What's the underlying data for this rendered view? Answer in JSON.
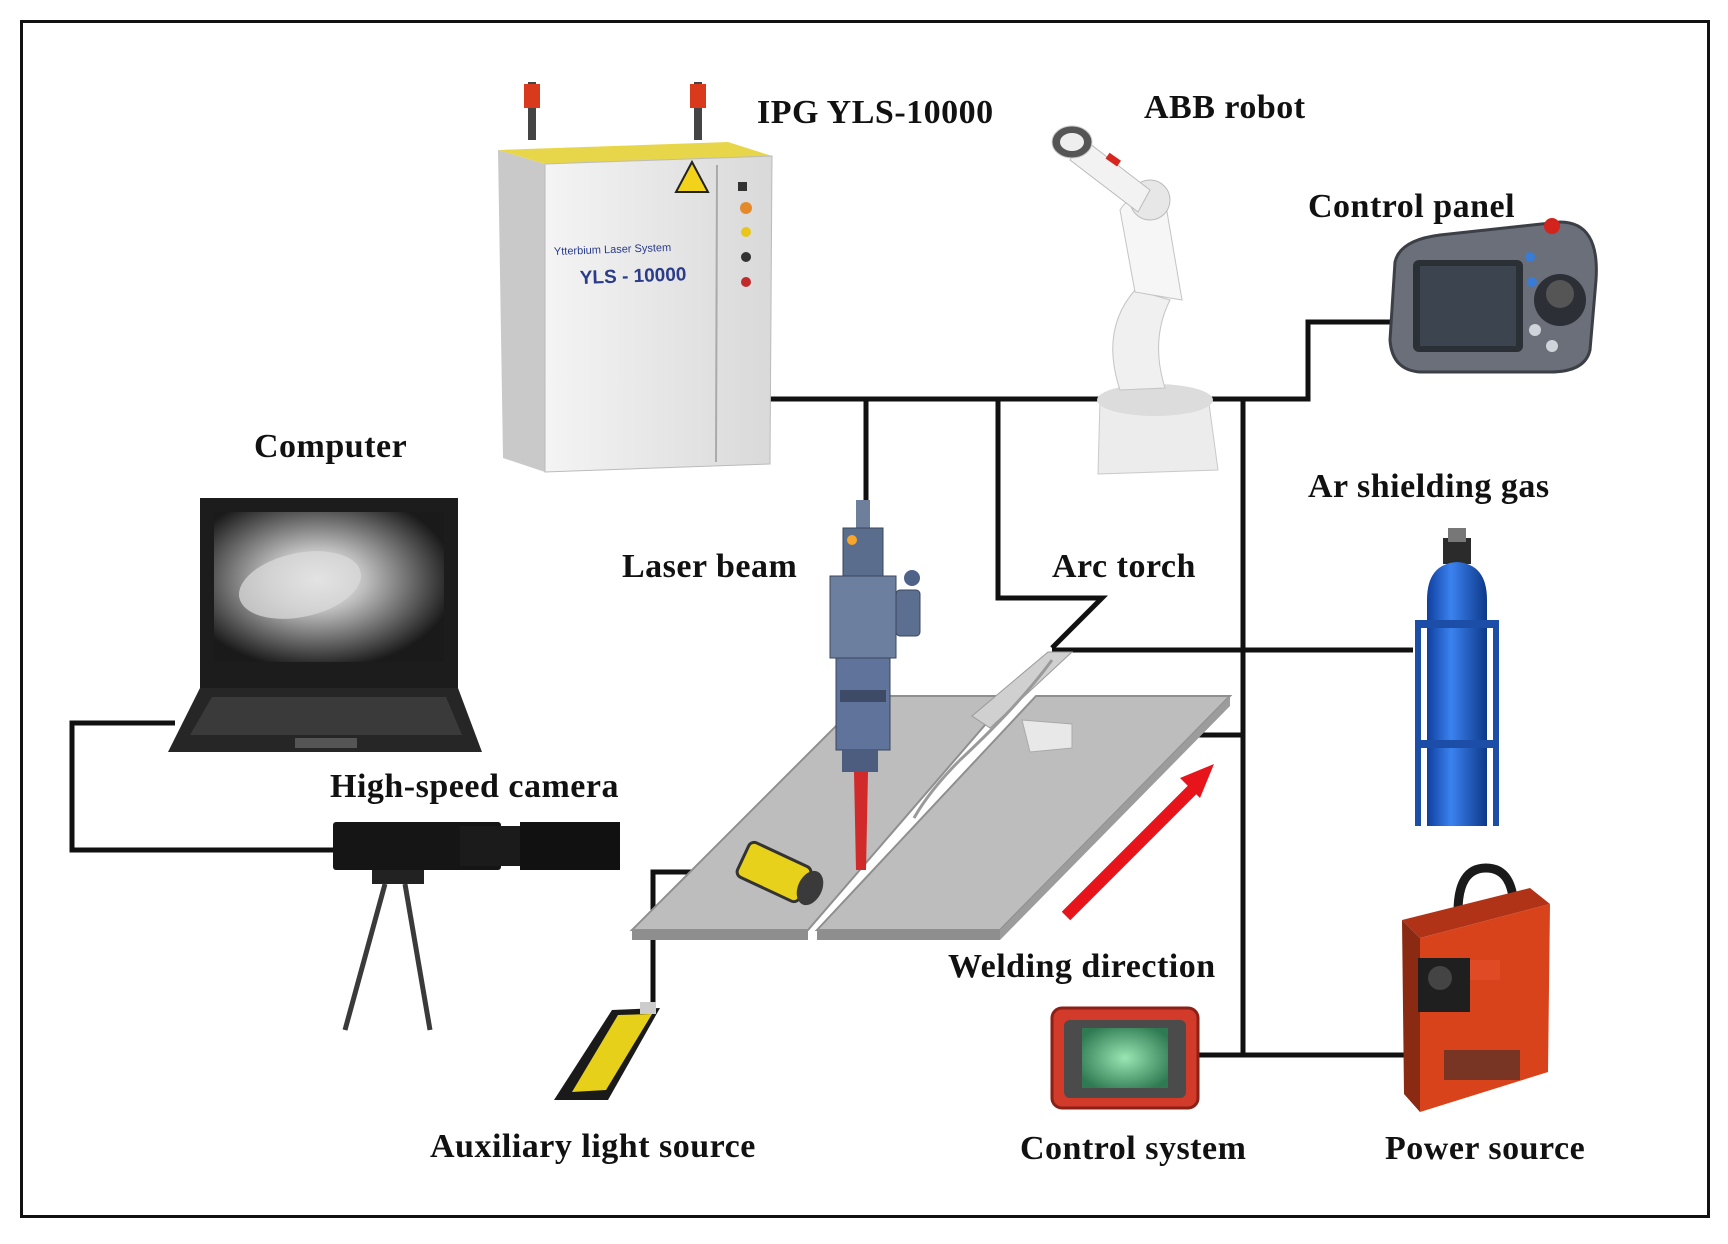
{
  "labels": {
    "laser_system": "IPG YLS-10000",
    "robot": "ABB robot",
    "control_panel": "Control panel",
    "computer": "Computer",
    "shielding_gas": "Ar shielding gas",
    "laser_beam": "Laser beam",
    "arc_torch": "Arc torch",
    "high_speed_camera": "High-speed camera",
    "welding_direction": "Welding direction",
    "auxiliary_light": "Auxiliary light source",
    "control_system": "Control system",
    "power_source": "Power source"
  },
  "device_text": {
    "laser_cabinet_line1": "Ytterbium Laser System",
    "laser_cabinet_line2": "YLS - 10000"
  },
  "colors": {
    "connection_line": "#111111",
    "welding_arrow": "#e8141b",
    "workpiece": "#b9b9b9",
    "gas_cylinder": "#1f5fd0",
    "power_source": "#d8431c"
  }
}
